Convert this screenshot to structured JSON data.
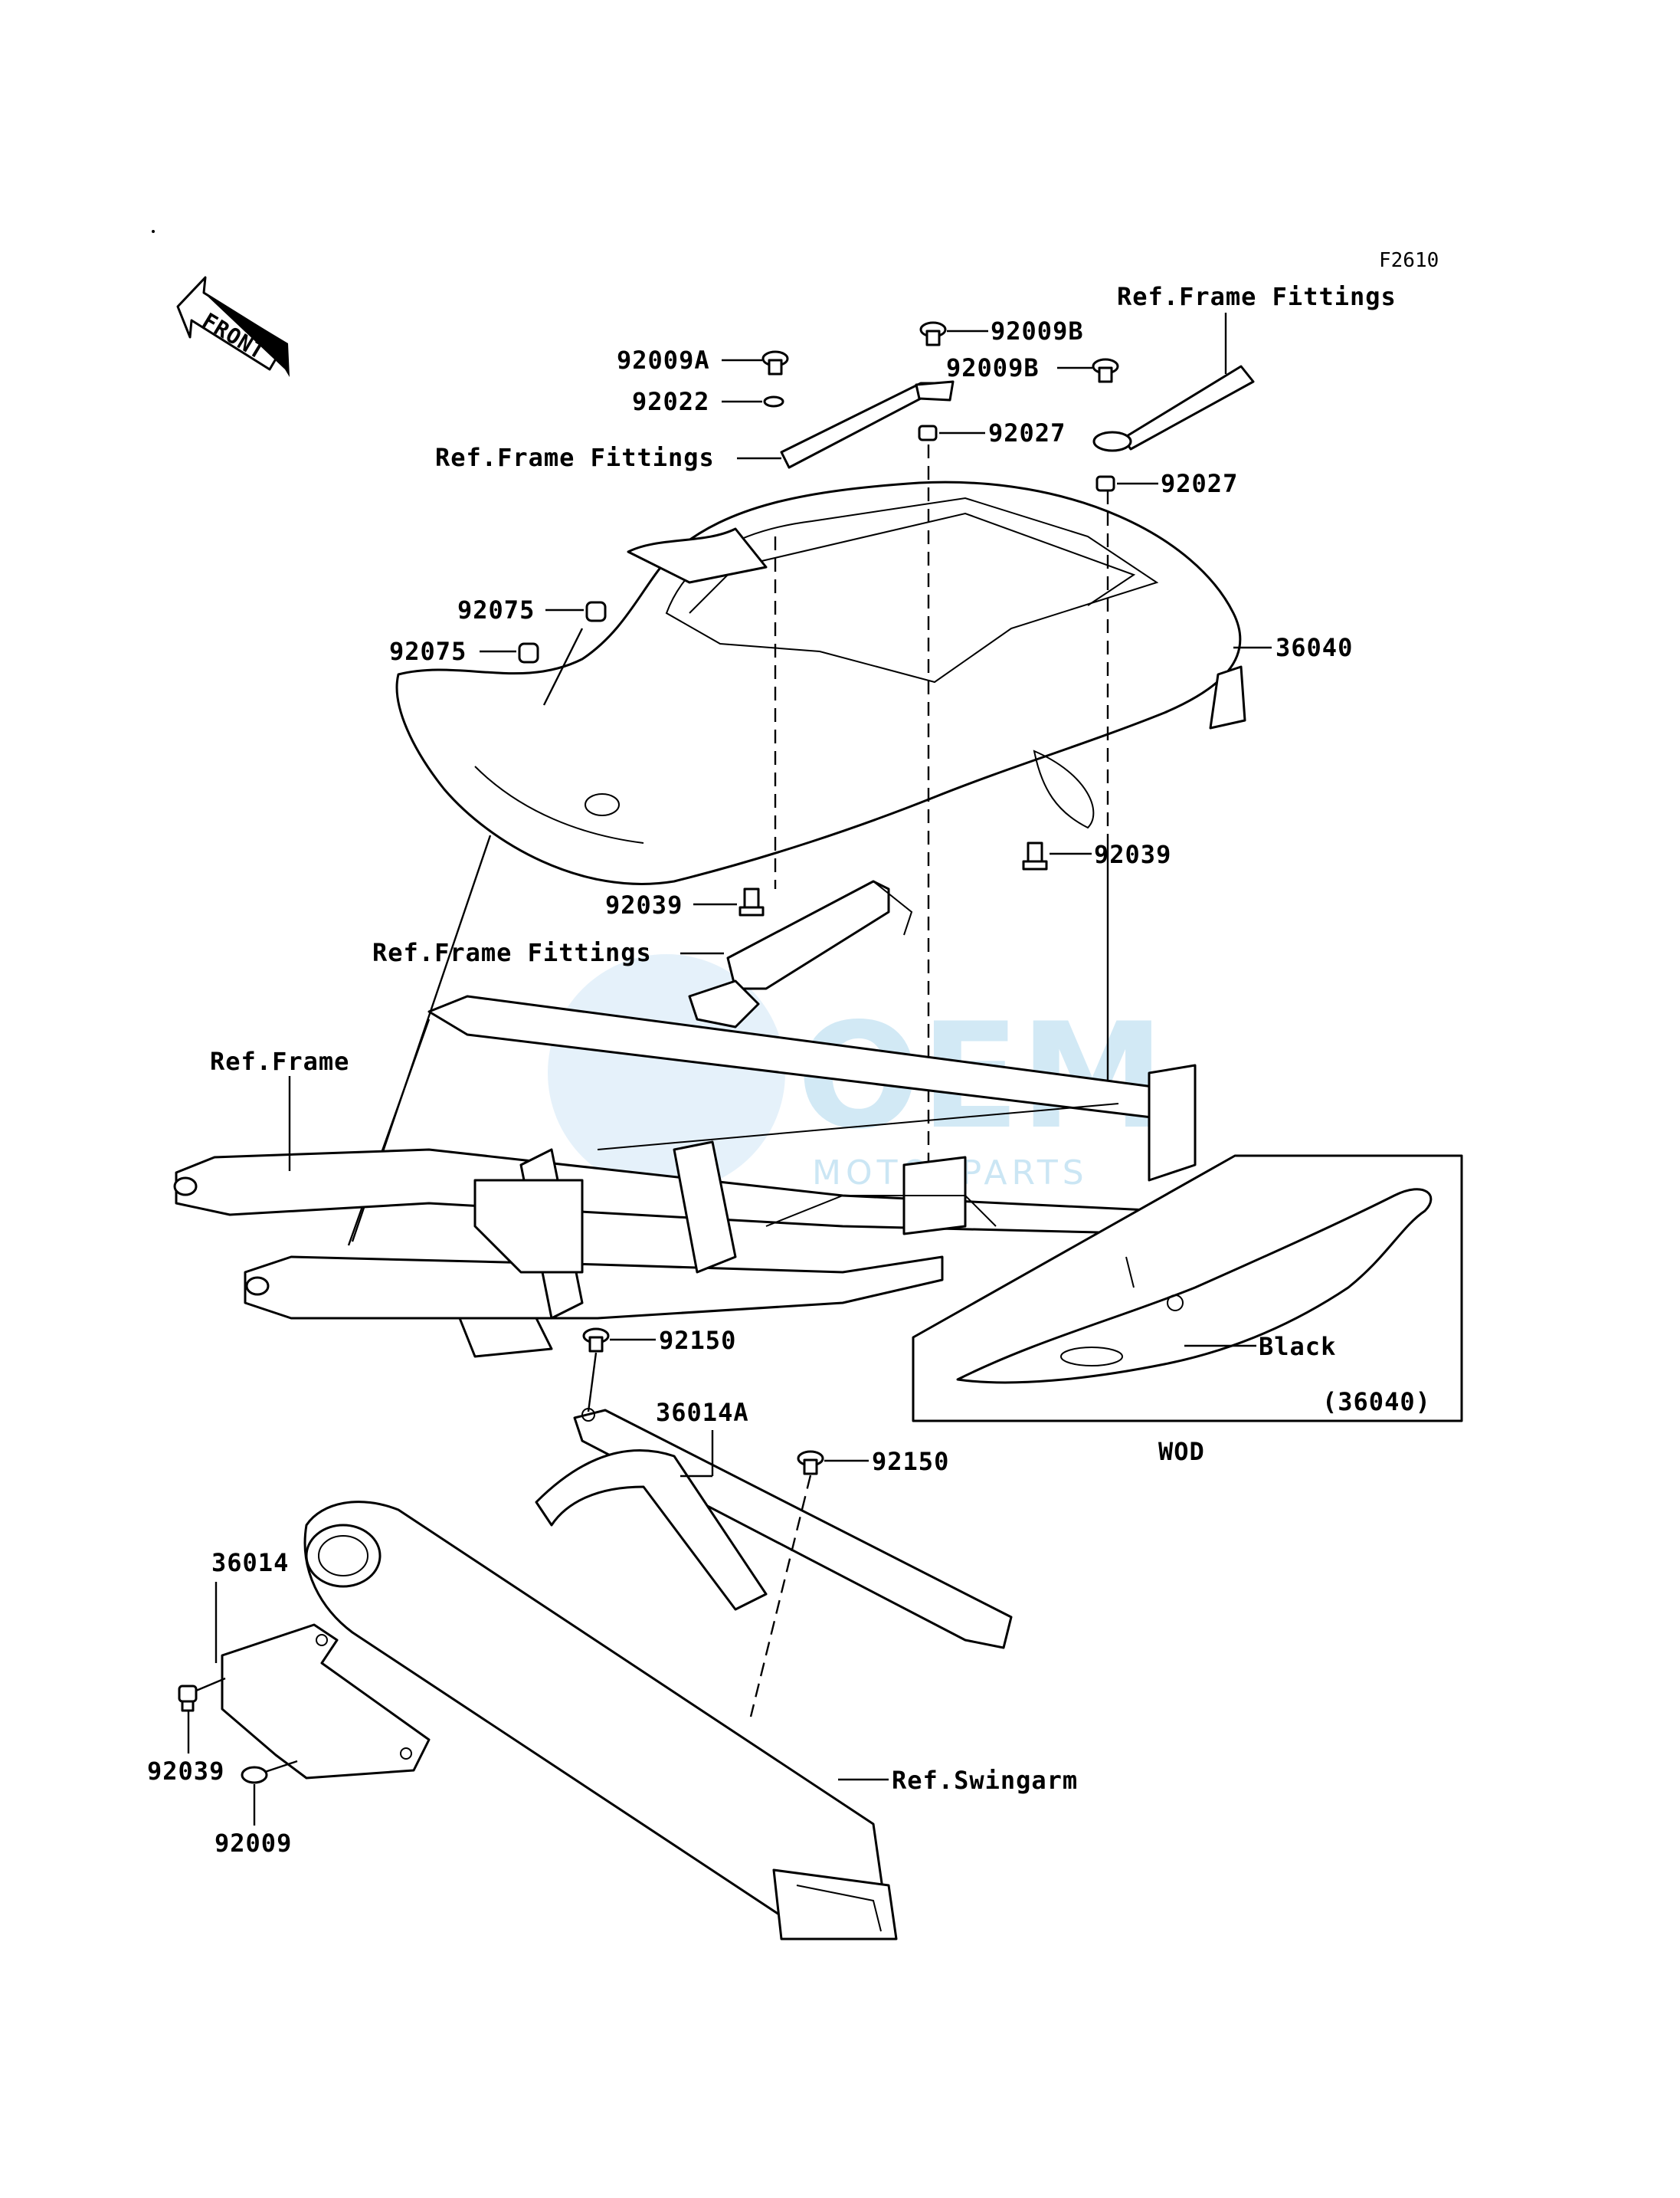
{
  "figure_code": "F2610",
  "front_marker": "FRONT",
  "callouts": {
    "c_92009A": "92009A",
    "c_92022": "92022",
    "c_92009B_1": "92009B",
    "c_92009B_2": "92009B",
    "c_92027_1": "92027",
    "c_92027_2": "92027",
    "c_ref_ff_top": "Ref.Frame Fittings",
    "c_ref_ff_mid": "Ref.Frame Fittings",
    "c_ref_ff_left": "Ref.Frame Fittings",
    "c_92075_1": "92075",
    "c_92075_2": "92075",
    "c_36040": "36040",
    "c_92039_1": "92039",
    "c_92039_2": "92039",
    "c_ref_frame": "Ref.Frame",
    "c_92150_1": "92150",
    "c_92150_2": "92150",
    "c_36014A": "36014A",
    "c_36014": "36014",
    "c_92039_3": "92039",
    "c_92009": "92009",
    "c_ref_swingarm": "Ref.Swingarm"
  },
  "inset": {
    "color_label": "Black",
    "part_ref": "(36040)",
    "variant": "WOD"
  },
  "watermark": {
    "brand": "OEM",
    "sub": "MOTORPARTS"
  }
}
